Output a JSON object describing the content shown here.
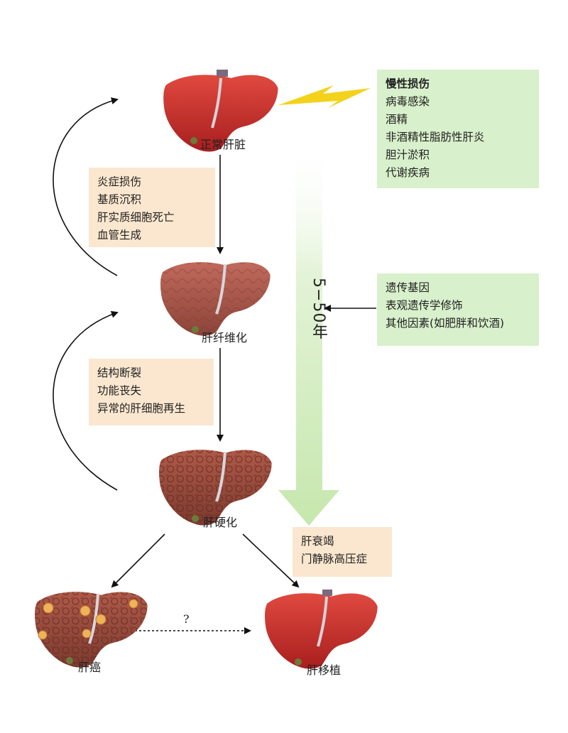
{
  "stages": {
    "normal": "正常肝脏",
    "fibrosis": "肝纤维化",
    "cirrhosis": "肝硬化",
    "cancer": "肝癌",
    "transplant": "肝移植"
  },
  "boxes": {
    "chronic_injury": [
      "慢性损伤",
      "病毒感染",
      "酒精",
      "非酒精性脂肪性肝炎",
      "胆汁淤积",
      "代谢疾病"
    ],
    "inflammation": [
      "炎症损伤",
      "基质沉积",
      "肝实质细胞死亡",
      "血管生成"
    ],
    "structure": [
      "结构断裂",
      "功能丧失",
      "异常的肝细胞再生"
    ],
    "factors": [
      "遗传基因",
      "表观遗传学修饰",
      "其他因素(如肥胖和饮酒)"
    ],
    "failure": [
      "肝衰竭",
      "门静脉高压症"
    ]
  },
  "timeline": "5−50年",
  "unknown_link": "?",
  "colors": {
    "liver_healthy": "#c62d2a",
    "liver_fibrotic": "#a4554a",
    "liver_cirrhotic": "#9a4a3c",
    "peach_box": "#fbe7cf",
    "green_box": "#d8f0cb",
    "lightning": "#f3d21c"
  },
  "icons": [
    "liver-icon",
    "lightning-icon",
    "tumor-nodule-icon"
  ]
}
